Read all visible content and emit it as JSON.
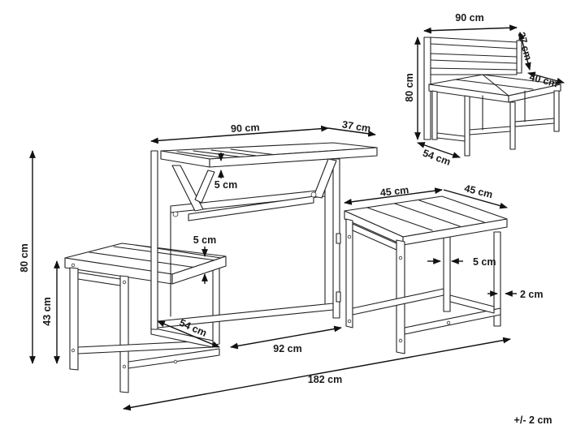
{
  "dimensions": {
    "table_width": "90 cm",
    "table_depth": "37 cm",
    "tabletop_thickness": "5 cm",
    "total_height": "80 cm",
    "seat_height": "43 cm",
    "stool_slat_thickness": "5 cm",
    "stool_depth": "54 cm",
    "stool_gap": "92 cm",
    "total_length": "182 cm",
    "right_stool_width": "45 cm",
    "right_stool_depth": "45 cm",
    "right_leg_width": "5 cm",
    "right_rail": "2 cm",
    "tolerance": "+/- 2 cm"
  },
  "inset": {
    "width": "90 cm",
    "backrest": "37 cm",
    "seat_depth": "40 cm",
    "height": "80 cm",
    "depth": "54 cm"
  },
  "colors": {
    "line": "#222222",
    "background": "#ffffff"
  }
}
